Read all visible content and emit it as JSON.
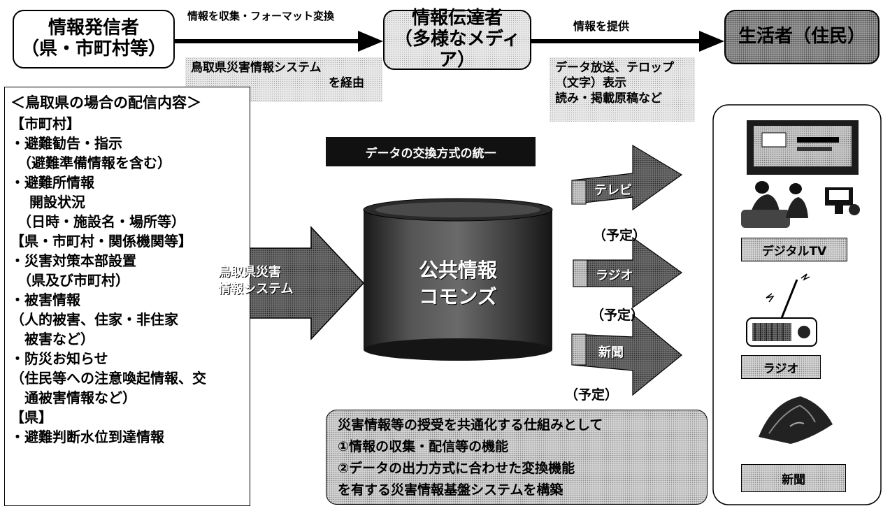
{
  "nodes": {
    "sender_line1": "情報発信者",
    "sender_line2": "（県・市町村等）",
    "relay_line1": "情報伝達者",
    "relay_line2": "（多様なメディア）",
    "receiver": "生活者（住民）"
  },
  "edges": {
    "collect_convert": "情報を収集・フォーマット変換",
    "provide": "情報を提供"
  },
  "notes": {
    "via_line1": "鳥取県災害情報システム",
    "via_line2": "を経由",
    "output_line1": "データ放送、テロップ",
    "output_line2": "（文字）表示",
    "output_line3": "読み・掲載原稿など"
  },
  "content_box": {
    "title": "＜鳥取県の場合の配信内容＞",
    "lines": [
      "【市町村】",
      "・避難勧告・指示",
      "　（避難準備情報を含む）",
      "・避難所情報",
      "　 開設状況",
      "　（日時・施設名・場所等）",
      "【県・市町村・関係機関等】",
      "・災害対策本部設置",
      "　（県及び市町村）",
      "・被害情報",
      "（人的被害、住家・非住家",
      "　被害など）",
      "・防災お知らせ",
      "（住民等への注意喚起情報、交",
      "　通被害情報など）",
      "【県】",
      "・避難判断水位到達情報"
    ]
  },
  "center": {
    "standardize_label": "データの交換方式の統一",
    "system_arrow_line1": "鳥取県災害",
    "system_arrow_line2": "情報システム",
    "commons_line1": "公共情報",
    "commons_line2": "コモンズ"
  },
  "media_arrows": [
    {
      "label": "テレビ",
      "status": "（予定）"
    },
    {
      "label": "ラジオ",
      "status": "（予定）"
    },
    {
      "label": "新聞",
      "status": "（予定）"
    }
  ],
  "summary": {
    "line1": "災害情報等の授受を共通化する仕組みとして",
    "line2": "①情報の収集・配信等の機能",
    "line3": "②データの出力方式に合わせた変換機能",
    "line4": "を有する災害情報基盤システムを構築"
  },
  "devices": {
    "tv_label": "デジタルTV",
    "radio_label": "ラジオ",
    "newspaper_label": "新聞"
  },
  "icons": [
    "tv-set-icon",
    "family-watching-tv-icon",
    "radio-icon",
    "newspaper-icon"
  ]
}
